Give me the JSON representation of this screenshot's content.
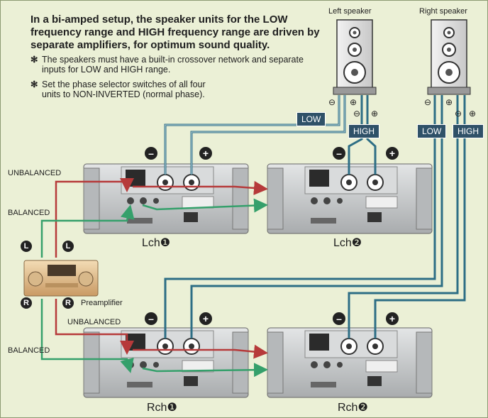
{
  "heading": "In a bi-amped setup, the speaker units for the LOW frequency range and HIGH frequency range are driven by separate amplifiers, for optimum sound quality.",
  "notes": [
    {
      "symbol": "✻",
      "text": "The speakers must have a built-in crossover network and separate inputs for LOW and HIGH range."
    },
    {
      "symbol": "✻",
      "text": "Set the phase selector switches of all four units to NON-INVERTED (normal phase)."
    }
  ],
  "speakers": {
    "left": "Left speaker",
    "right": "Right speaker"
  },
  "terminal_tags": {
    "low": "LOW",
    "high": "HIGH"
  },
  "polarity": {
    "minus": "⊖",
    "plus": "⊕"
  },
  "connections": {
    "unbalanced": "UNBALANCED",
    "balanced": "BALANCED"
  },
  "amplifiers": {
    "lch1": "Lch❶",
    "lch2": "Lch❷",
    "rch1": "Rch❶",
    "rch2": "Rch❷"
  },
  "preamp_label": "Preamplifier",
  "channel_markers": {
    "left": "L",
    "right": "R"
  },
  "colors": {
    "background": "#ebf0d6",
    "speaker_cable": "#2d6e85",
    "unbalanced_cable": "#b63a3a",
    "balanced_cable": "#35a06b",
    "tag_fill": "#2f5168",
    "amp_body": "#c9cbcc",
    "preamp_body": "#e7c79b"
  }
}
